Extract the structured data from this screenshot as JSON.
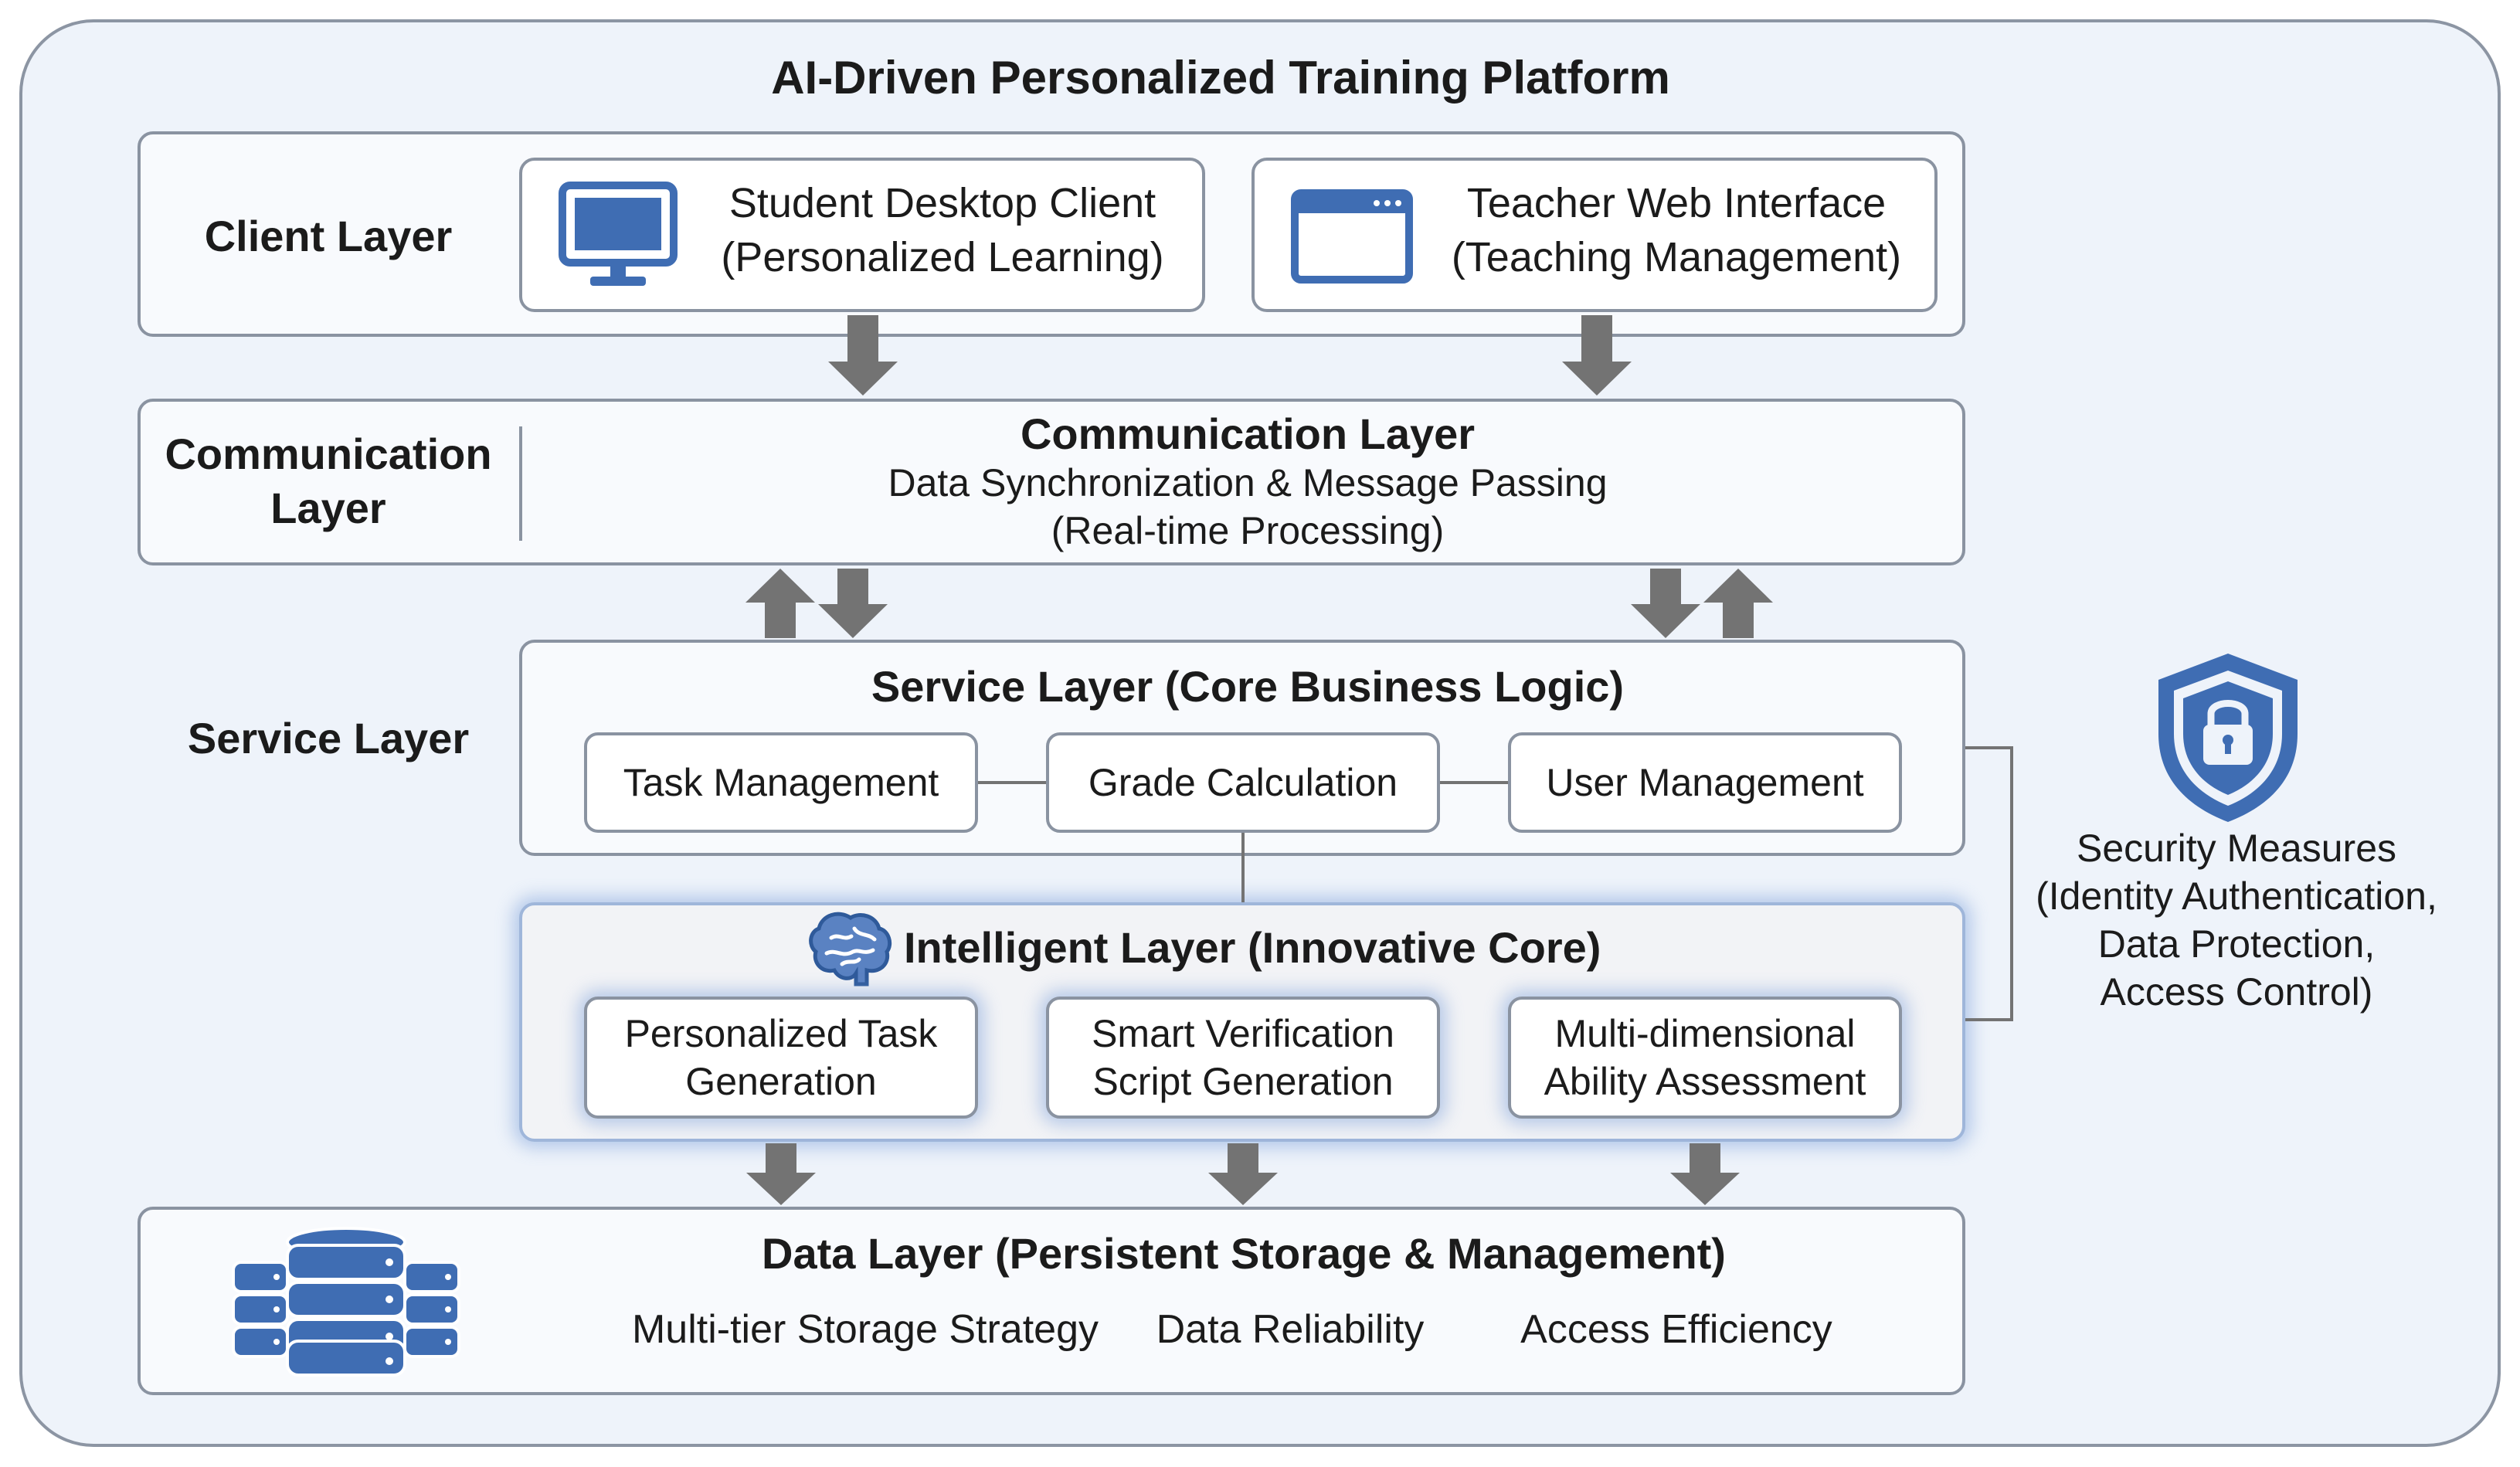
{
  "title": "AI-Driven Personalized Training Platform",
  "colors": {
    "accent": "#3f6db3",
    "arrow": "#737373",
    "border": "#8a93a1",
    "background": "#eef3fa"
  },
  "client_layer": {
    "label": "Client Layer",
    "student": {
      "line1": "Student Desktop Client",
      "line2": "(Personalized Learning)",
      "icon": "monitor-icon"
    },
    "teacher": {
      "line1": "Teacher Web Interface",
      "line2": "(Teaching Management)",
      "icon": "browser-window-icon"
    }
  },
  "communication_layer": {
    "label_line1": "Communication",
    "label_line2": "Layer",
    "title": "Communication Layer",
    "line1": "Data Synchronization & Message Passing",
    "line2": "(Real-time Processing)"
  },
  "service_layer": {
    "label": "Service Layer",
    "title": "Service Layer (Core Business Logic)",
    "items": [
      "Task Management",
      "Grade Calculation",
      "User Management"
    ]
  },
  "intelligent_layer": {
    "title": "Intelligent Layer (Innovative Core)",
    "icon": "brain-icon",
    "items": [
      {
        "line1": "Personalized Task",
        "line2": "Generation"
      },
      {
        "line1": "Smart Verification",
        "line2": "Script Generation"
      },
      {
        "line1": "Multi-dimensional",
        "line2": "Ability Assessment"
      }
    ]
  },
  "data_layer": {
    "title": "Data Layer (Persistent Storage & Management)",
    "icon": "database-icon",
    "items": [
      "Multi-tier Storage Strategy",
      "Data Reliability",
      "Access Efficiency"
    ]
  },
  "security": {
    "icon": "shield-lock-icon",
    "lines": [
      "Security Measures",
      "(Identity Authentication,",
      "Data Protection,",
      "Access Control)"
    ]
  }
}
